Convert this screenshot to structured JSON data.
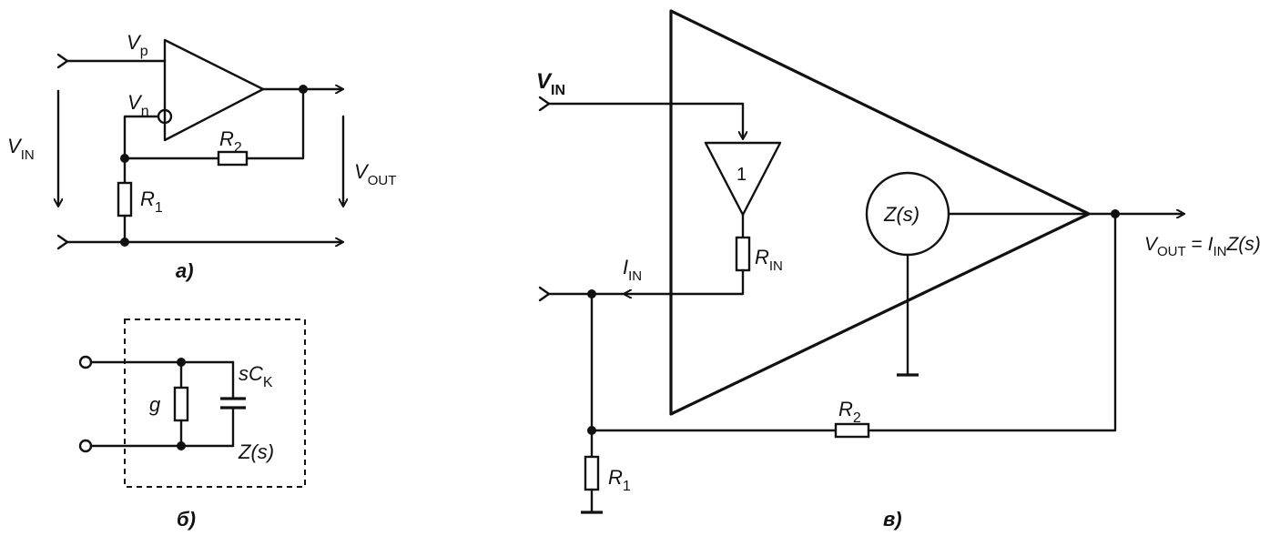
{
  "diagram_a": {
    "caption": "а)",
    "labels": {
      "vp": {
        "main": "V",
        "sub": "p"
      },
      "vn": {
        "main": "V",
        "sub": "n"
      },
      "vin": {
        "main": "V",
        "sub": "IN"
      },
      "vout": {
        "main": "V",
        "sub": "OUT"
      },
      "r1": {
        "main": "R",
        "sub": "1"
      },
      "r2": {
        "main": "R",
        "sub": "2"
      }
    }
  },
  "diagram_b": {
    "caption": "б)",
    "labels": {
      "g": "g",
      "sck": {
        "main": "sC",
        "sub": "K"
      },
      "zs": "Z(s)"
    }
  },
  "diagram_c": {
    "caption": "в)",
    "labels": {
      "vin": {
        "main": "V",
        "sub": "IN"
      },
      "buffer_gain": "1",
      "iin": {
        "main": "I",
        "sub": "IN"
      },
      "rin": {
        "main": "R",
        "sub": "IN"
      },
      "zs": "Z(s)",
      "vout_eq": {
        "main": "V",
        "sub1": "OUT",
        "eq": " = ",
        "i": "I",
        "sub2": "IN",
        "tail": "Z(s)"
      },
      "r1": {
        "main": "R",
        "sub": "1"
      },
      "r2": {
        "main": "R",
        "sub": "2"
      }
    }
  }
}
